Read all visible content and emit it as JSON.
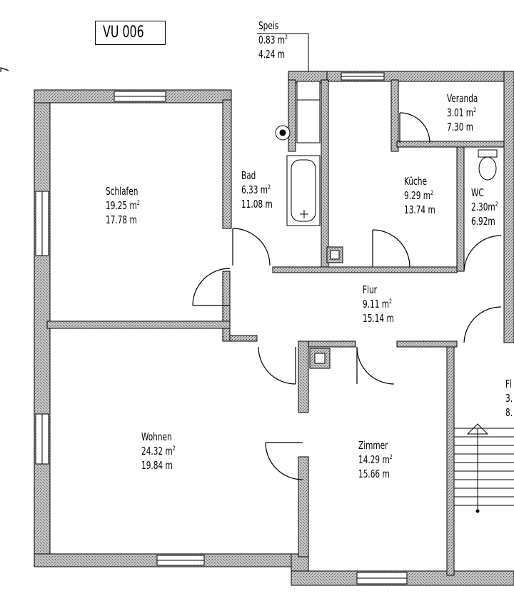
{
  "plan": {
    "unit_label": "VU 006",
    "margin_mark": "7",
    "area_unit": "m",
    "rooms": [
      {
        "id": "speis",
        "name": "Speis",
        "area": "0.83",
        "perimeter": "4.24 m"
      },
      {
        "id": "veranda",
        "name": "Veranda",
        "area": "3.01",
        "perimeter": "7.30 m"
      },
      {
        "id": "bad",
        "name": "Bad",
        "area": "6.33",
        "perimeter": "11.08 m"
      },
      {
        "id": "kueche",
        "name": "Küche",
        "area": "9.29",
        "perimeter": "13.74 m"
      },
      {
        "id": "wc",
        "name": "WC",
        "area": "2.30",
        "perimeter": "6.92m"
      },
      {
        "id": "schlafen",
        "name": "Schlafen",
        "area": "19.25",
        "perimeter": "17.78 m"
      },
      {
        "id": "flur",
        "name": "Flur",
        "area": "9.11",
        "perimeter": "15.14 m"
      },
      {
        "id": "wohnen",
        "name": "Wohnen",
        "area": "24.32",
        "perimeter": "19.84 m"
      },
      {
        "id": "zimmer",
        "name": "Zimmer",
        "area": "14.29",
        "perimeter": "15.66 m"
      },
      {
        "id": "flur2",
        "name": "Fl",
        "area": "3.",
        "perimeter": "8."
      }
    ]
  }
}
